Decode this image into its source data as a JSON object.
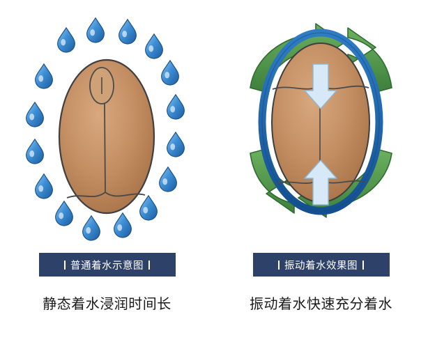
{
  "panels": [
    {
      "id": "normal-watering",
      "caption": "普通着水示意图",
      "subtitle": "静态着水浸润时间长",
      "figure": {
        "type": "grain-with-droplets",
        "grain_name": "rice-grain",
        "droplet_count": 16,
        "droplet_name": "water-droplet"
      }
    },
    {
      "id": "vibration-watering",
      "caption": "振动着水效果图",
      "subtitle": "振动着水快速充分着水",
      "figure": {
        "type": "grain-with-arrows",
        "grain_name": "rice-grain",
        "ring_name": "vibration-ring",
        "arrow_count_outer": 4,
        "arrow_name": "green-rotation-arrow",
        "inner_arrow_count": 2,
        "inner_arrow_name": "blue-water-arrow"
      }
    }
  ],
  "colors": {
    "caption_background": "#2e4269",
    "caption_text": "#ffffff",
    "subtitle_text": "#1b1b1b",
    "grain_fill": "#c08a60",
    "grain_outline": "#3a3a3a",
    "droplet_blue": "#2f7fd0",
    "ring_blue": "#1f5fa8",
    "arrow_green": "#4f9a4a",
    "inner_arrow_blue": "#cfe4f2"
  }
}
